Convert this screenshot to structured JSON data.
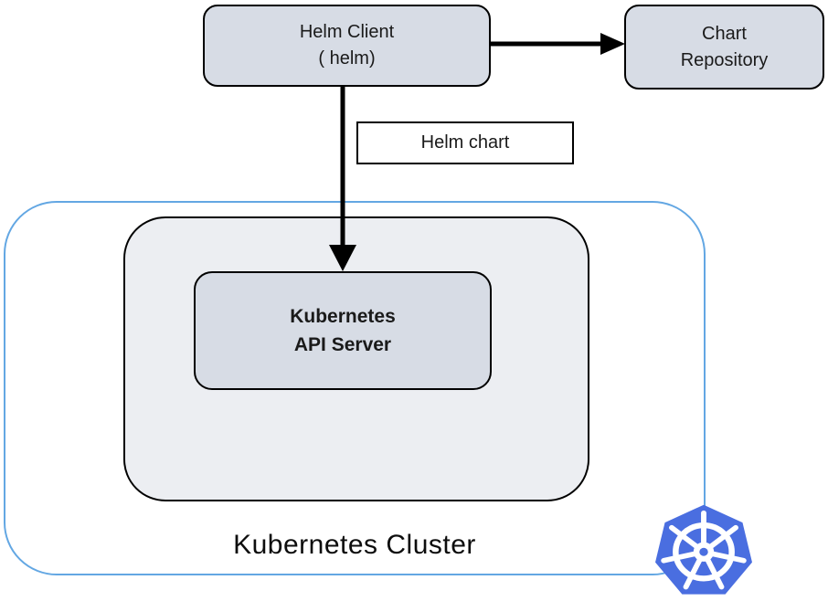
{
  "diagram": {
    "helm_client": {
      "line1": "Helm Client",
      "line2": "( helm)"
    },
    "chart_repository": {
      "line1": "Chart",
      "line2": "Repository"
    },
    "helm_chart_label": "Helm chart",
    "api_server": {
      "line1": "Kubernetes",
      "line2": "API Server"
    },
    "cluster_label": "Kubernetes Cluster",
    "icons": {
      "kubernetes_logo": "kubernetes-helm-wheel-logo"
    },
    "colors": {
      "node_fill": "#d7dce5",
      "container_fill": "#eceef2",
      "cluster_border": "#63a7e3",
      "node_border": "#000000",
      "arrow": "#000000",
      "kubernetes_blue": "#4a6ee0",
      "label_fill": "#ffffff"
    }
  }
}
